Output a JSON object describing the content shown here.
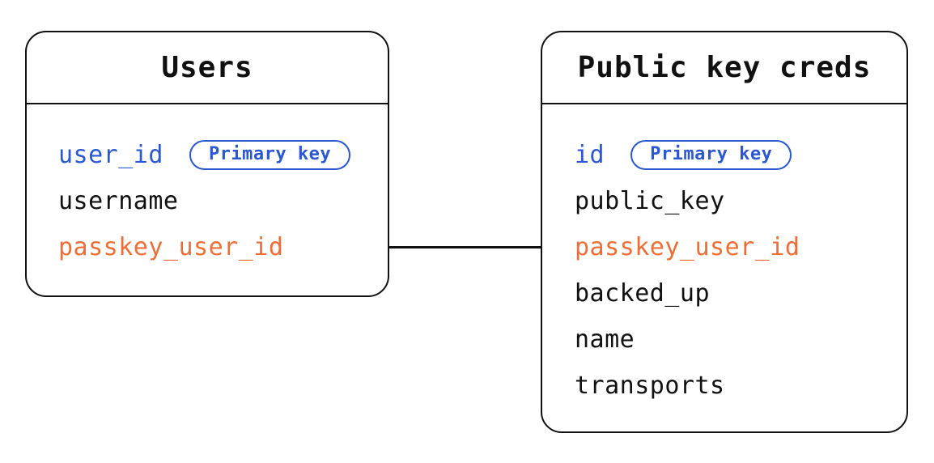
{
  "colors": {
    "background": "#FFFFFF",
    "line_black": "#111111",
    "text_black": "#111111",
    "field_blue": "#2B57D0",
    "field_orange": "#ED6F37"
  },
  "tables": [
    {
      "title": "Users",
      "fields": [
        {
          "name": "user_id",
          "badge": "Primary key",
          "color": "blue"
        },
        {
          "name": "username",
          "color": "black"
        },
        {
          "name": "passkey_user_id",
          "color": "orange"
        }
      ]
    },
    {
      "title": "Public key creds",
      "fields": [
        {
          "name": "id",
          "badge": "Primary key",
          "color": "blue"
        },
        {
          "name": "public_key",
          "color": "black"
        },
        {
          "name": "passkey_user_id",
          "color": "orange"
        },
        {
          "name": "backed_up",
          "color": "black"
        },
        {
          "name": "name",
          "color": "black"
        },
        {
          "name": "transports",
          "color": "black"
        }
      ]
    }
  ],
  "relationship": {
    "from_table": "Users",
    "from_field": "passkey_user_id",
    "to_table": "Public key creds",
    "to_field": "passkey_user_id"
  }
}
